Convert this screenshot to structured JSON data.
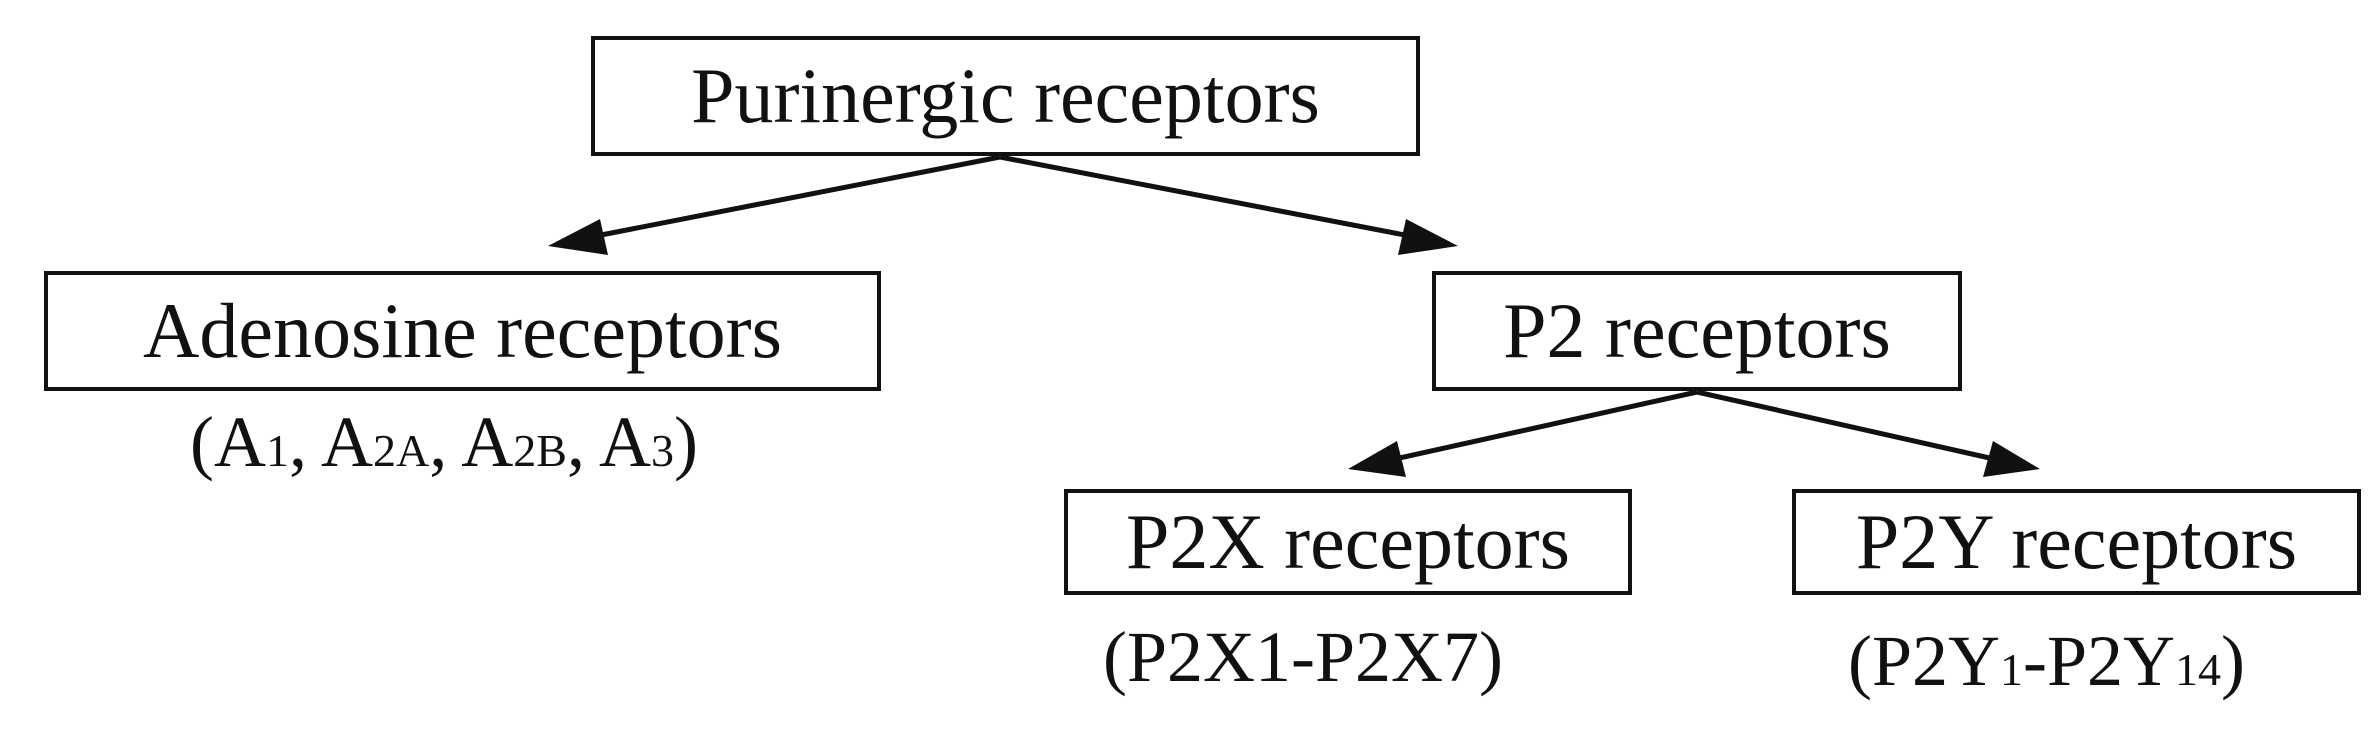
{
  "diagram": {
    "root": {
      "label": "Purinergic receptors"
    },
    "adenosine": {
      "label": "Adenosine receptors",
      "subtypes": {
        "open": "(A",
        "a1_sub": "1",
        "sep1": ", A",
        "a2a_sub": "2A",
        "sep2": ", A",
        "a2b_sub": "2B",
        "sep3": ", A",
        "a3_sub": "3",
        "close": ")"
      }
    },
    "p2": {
      "label": "P2 receptors"
    },
    "p2x": {
      "label": "P2X receptors",
      "subtypes": "(P2X1-P2X7)"
    },
    "p2y": {
      "label": "P2Y receptors",
      "subtypes": {
        "open": "(P2Y",
        "first_sub": "1",
        "dash": "-P2Y",
        "last_sub": "14",
        "close": ")"
      }
    }
  },
  "colors": {
    "line": "#111111",
    "background": "#ffffff"
  }
}
